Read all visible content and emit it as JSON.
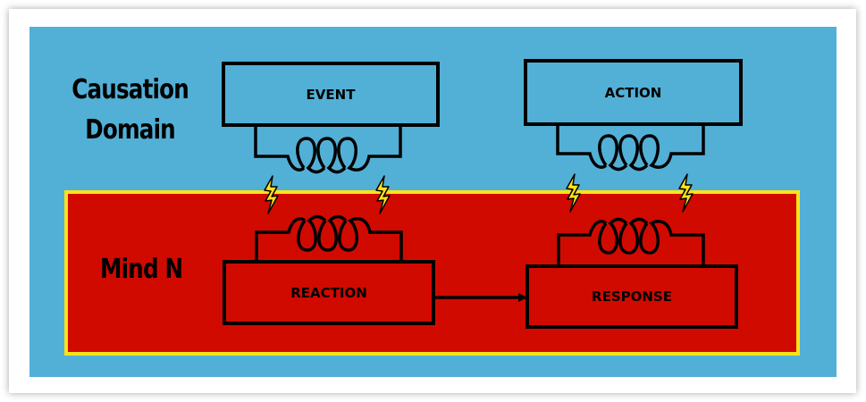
{
  "colors": {
    "background_panel": "#52b0d6",
    "mind_panel": "#d10a00",
    "mind_border": "#fde21a",
    "stroke": "#000000",
    "bolt": "#fde21a"
  },
  "causation_domain": {
    "title_line1": "Causation",
    "title_line2": "Domain",
    "boxes": [
      {
        "label": "EVENT"
      },
      {
        "label": "ACTION"
      }
    ]
  },
  "mind": {
    "title": "Mind N",
    "boxes": [
      {
        "label": "REACTION"
      },
      {
        "label": "RESPONSE"
      }
    ]
  },
  "connections": [
    {
      "from": "EVENT",
      "to": "REACTION",
      "type": "inductive-coupling"
    },
    {
      "from": "ACTION",
      "to": "RESPONSE",
      "type": "inductive-coupling"
    },
    {
      "from": "REACTION",
      "to": "RESPONSE",
      "type": "arrow"
    }
  ]
}
